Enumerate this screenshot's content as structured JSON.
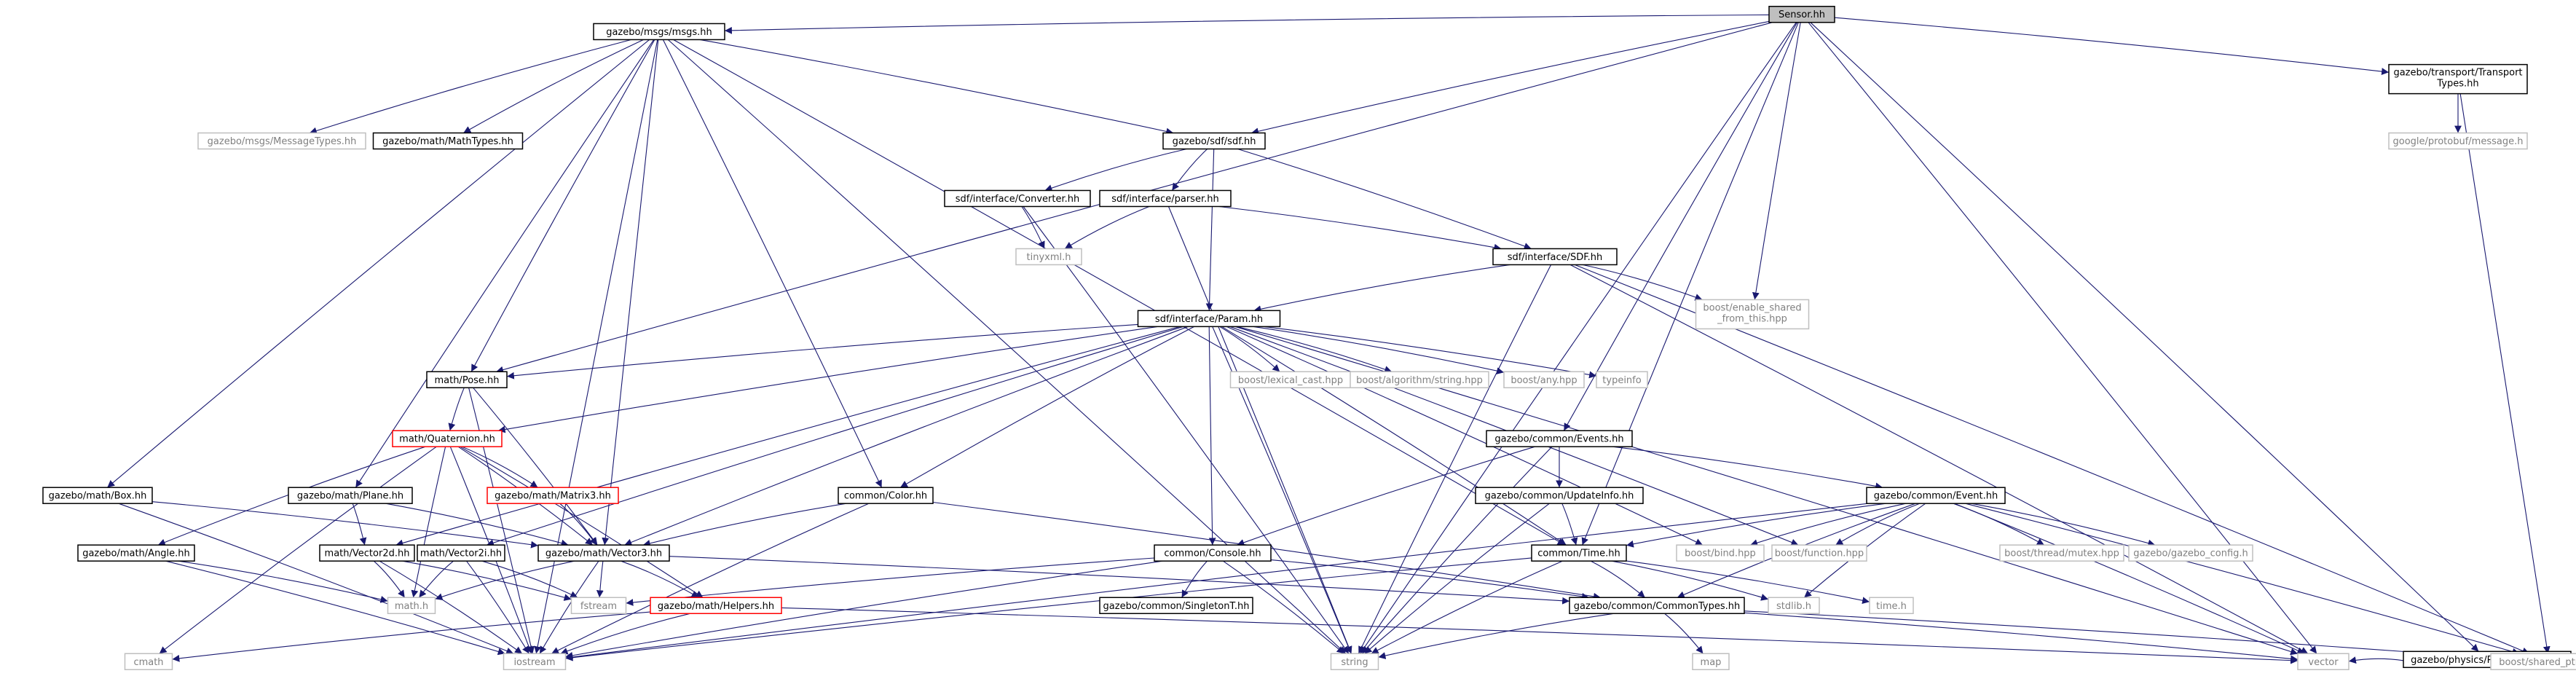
{
  "diagram": {
    "kind": "include-dependency-graph",
    "colors": {
      "edge": "#191970",
      "root_fill": "#bfbfbf",
      "node_border": "#000000",
      "system_border": "#bfbfbf",
      "system_text": "#808080",
      "red_border": "#ff0000"
    },
    "nodes": [
      {
        "id": "sensor",
        "label": "Sensor.hh",
        "style": "root"
      },
      {
        "id": "msgs",
        "label": "gazebo/msgs/msgs.hh",
        "style": "normal"
      },
      {
        "id": "transport",
        "label": "gazebo/transport/Transport\nTypes.hh",
        "style": "normal"
      },
      {
        "id": "msgtypes",
        "label": "gazebo/msgs/MessageTypes.hh",
        "style": "system"
      },
      {
        "id": "mathtypes",
        "label": "gazebo/math/MathTypes.hh",
        "style": "normal"
      },
      {
        "id": "sdf",
        "label": "gazebo/sdf/sdf.hh",
        "style": "normal"
      },
      {
        "id": "protobuf",
        "label": "google/protobuf/message.h",
        "style": "system"
      },
      {
        "id": "converter",
        "label": "sdf/interface/Converter.hh",
        "style": "normal"
      },
      {
        "id": "parser",
        "label": "sdf/interface/parser.hh",
        "style": "normal"
      },
      {
        "id": "tinyxml",
        "label": "tinyxml.h",
        "style": "system"
      },
      {
        "id": "sdfhh",
        "label": "sdf/interface/SDF.hh",
        "style": "normal"
      },
      {
        "id": "enableshared",
        "label": "boost/enable_shared\n_from_this.hpp",
        "style": "system"
      },
      {
        "id": "param",
        "label": "sdf/interface/Param.hh",
        "style": "normal"
      },
      {
        "id": "pose",
        "label": "math/Pose.hh",
        "style": "normal"
      },
      {
        "id": "lexical",
        "label": "boost/lexical_cast.hpp",
        "style": "system"
      },
      {
        "id": "algstring",
        "label": "boost/algorithm/string.hpp",
        "style": "system"
      },
      {
        "id": "any",
        "label": "boost/any.hpp",
        "style": "system"
      },
      {
        "id": "typeinfo",
        "label": "typeinfo",
        "style": "system"
      },
      {
        "id": "quaternion",
        "label": "math/Quaternion.hh",
        "style": "red"
      },
      {
        "id": "events",
        "label": "gazebo/common/Events.hh",
        "style": "normal"
      },
      {
        "id": "box",
        "label": "gazebo/math/Box.hh",
        "style": "normal"
      },
      {
        "id": "plane",
        "label": "gazebo/math/Plane.hh",
        "style": "normal"
      },
      {
        "id": "matrix3",
        "label": "gazebo/math/Matrix3.hh",
        "style": "red"
      },
      {
        "id": "color",
        "label": "common/Color.hh",
        "style": "normal"
      },
      {
        "id": "updateinfo",
        "label": "gazebo/common/UpdateInfo.hh",
        "style": "normal"
      },
      {
        "id": "event",
        "label": "gazebo/common/Event.hh",
        "style": "normal"
      },
      {
        "id": "angle",
        "label": "gazebo/math/Angle.hh",
        "style": "normal"
      },
      {
        "id": "vector2d",
        "label": "math/Vector2d.hh",
        "style": "normal"
      },
      {
        "id": "vector2i",
        "label": "math/Vector2i.hh",
        "style": "normal"
      },
      {
        "id": "vector3",
        "label": "gazebo/math/Vector3.hh",
        "style": "normal"
      },
      {
        "id": "console",
        "label": "common/Console.hh",
        "style": "normal"
      },
      {
        "id": "time",
        "label": "common/Time.hh",
        "style": "normal"
      },
      {
        "id": "bind",
        "label": "boost/bind.hpp",
        "style": "system"
      },
      {
        "id": "function",
        "label": "boost/function.hpp",
        "style": "system"
      },
      {
        "id": "mutex",
        "label": "boost/thread/mutex.hpp",
        "style": "system"
      },
      {
        "id": "config",
        "label": "gazebo/gazebo_config.h",
        "style": "system"
      },
      {
        "id": "mathh",
        "label": "math.h",
        "style": "system"
      },
      {
        "id": "fstream",
        "label": "fstream",
        "style": "system"
      },
      {
        "id": "helpers",
        "label": "gazebo/math/Helpers.hh",
        "style": "red"
      },
      {
        "id": "singleton",
        "label": "gazebo/common/SingletonT.hh",
        "style": "normal"
      },
      {
        "id": "commontypes",
        "label": "gazebo/common/CommonTypes.hh",
        "style": "normal"
      },
      {
        "id": "stdlib",
        "label": "stdlib.h",
        "style": "system"
      },
      {
        "id": "timeh",
        "label": "time.h",
        "style": "system"
      },
      {
        "id": "physicstypes",
        "label": "gazebo/physics/PhysicsTypes.hh",
        "style": "normal"
      },
      {
        "id": "cmath",
        "label": "cmath",
        "style": "system"
      },
      {
        "id": "iostream",
        "label": "iostream",
        "style": "system"
      },
      {
        "id": "string",
        "label": "string",
        "style": "system"
      },
      {
        "id": "map",
        "label": "map",
        "style": "system"
      },
      {
        "id": "vector",
        "label": "vector",
        "style": "system"
      },
      {
        "id": "sharedptr",
        "label": "boost/shared_ptr.hpp",
        "style": "system"
      }
    ],
    "edges": [
      [
        "sensor",
        "msgs"
      ],
      [
        "sensor",
        "transport"
      ],
      [
        "sensor",
        "sdf"
      ],
      [
        "sensor",
        "pose"
      ],
      [
        "sensor",
        "events"
      ],
      [
        "sensor",
        "time"
      ],
      [
        "sensor",
        "physicstypes"
      ],
      [
        "sensor",
        "enableshared"
      ],
      [
        "sensor",
        "string"
      ],
      [
        "sensor",
        "vector"
      ],
      [
        "msgs",
        "msgtypes"
      ],
      [
        "msgs",
        "mathtypes"
      ],
      [
        "msgs",
        "sdf"
      ],
      [
        "msgs",
        "pose"
      ],
      [
        "msgs",
        "box"
      ],
      [
        "msgs",
        "plane"
      ],
      [
        "msgs",
        "vector3"
      ],
      [
        "msgs",
        "color"
      ],
      [
        "msgs",
        "time"
      ],
      [
        "msgs",
        "string"
      ],
      [
        "msgs",
        "iostream"
      ],
      [
        "transport",
        "protobuf"
      ],
      [
        "transport",
        "sharedptr"
      ],
      [
        "sdf",
        "converter"
      ],
      [
        "sdf",
        "parser"
      ],
      [
        "sdf",
        "sdfhh"
      ],
      [
        "sdf",
        "param"
      ],
      [
        "converter",
        "tinyxml"
      ],
      [
        "converter",
        "string"
      ],
      [
        "parser",
        "tinyxml"
      ],
      [
        "parser",
        "sdfhh"
      ],
      [
        "parser",
        "string"
      ],
      [
        "sdfhh",
        "param"
      ],
      [
        "sdfhh",
        "enableshared"
      ],
      [
        "sdfhh",
        "sharedptr"
      ],
      [
        "sdfhh",
        "vector"
      ],
      [
        "sdfhh",
        "string"
      ],
      [
        "param",
        "pose"
      ],
      [
        "param",
        "lexical"
      ],
      [
        "param",
        "algstring"
      ],
      [
        "param",
        "any"
      ],
      [
        "param",
        "typeinfo"
      ],
      [
        "param",
        "quaternion"
      ],
      [
        "param",
        "vector3"
      ],
      [
        "param",
        "vector2d"
      ],
      [
        "param",
        "vector2i"
      ],
      [
        "param",
        "color"
      ],
      [
        "param",
        "time"
      ],
      [
        "param",
        "console"
      ],
      [
        "param",
        "bind"
      ],
      [
        "param",
        "function"
      ],
      [
        "param",
        "string"
      ],
      [
        "param",
        "vector"
      ],
      [
        "pose",
        "quaternion"
      ],
      [
        "pose",
        "vector3"
      ],
      [
        "pose",
        "iostream"
      ],
      [
        "quaternion",
        "matrix3"
      ],
      [
        "quaternion",
        "angle"
      ],
      [
        "quaternion",
        "vector3"
      ],
      [
        "quaternion",
        "helpers"
      ],
      [
        "quaternion",
        "mathh"
      ],
      [
        "quaternion",
        "iostream"
      ],
      [
        "quaternion",
        "cmath"
      ],
      [
        "box",
        "vector3"
      ],
      [
        "box",
        "iostream"
      ],
      [
        "plane",
        "vector3"
      ],
      [
        "plane",
        "vector2d"
      ],
      [
        "matrix3",
        "vector3"
      ],
      [
        "color",
        "vector3"
      ],
      [
        "color",
        "commontypes"
      ],
      [
        "color",
        "iostream"
      ],
      [
        "events",
        "event"
      ],
      [
        "events",
        "updateinfo"
      ],
      [
        "events",
        "console"
      ],
      [
        "events",
        "string"
      ],
      [
        "updateinfo",
        "time"
      ],
      [
        "updateinfo",
        "string"
      ],
      [
        "event",
        "time"
      ],
      [
        "event",
        "bind"
      ],
      [
        "event",
        "function"
      ],
      [
        "event",
        "mutex"
      ],
      [
        "event",
        "config"
      ],
      [
        "event",
        "commontypes"
      ],
      [
        "event",
        "sharedptr"
      ],
      [
        "event",
        "vector"
      ],
      [
        "event",
        "iostream"
      ],
      [
        "event",
        "stdlib"
      ],
      [
        "angle",
        "mathh"
      ],
      [
        "angle",
        "iostream"
      ],
      [
        "vector2d",
        "mathh"
      ],
      [
        "vector2d",
        "fstream"
      ],
      [
        "vector2d",
        "iostream"
      ],
      [
        "vector2i",
        "mathh"
      ],
      [
        "vector2i",
        "fstream"
      ],
      [
        "vector2i",
        "iostream"
      ],
      [
        "vector3",
        "mathh"
      ],
      [
        "vector3",
        "fstream"
      ],
      [
        "vector3",
        "helpers"
      ],
      [
        "vector3",
        "iostream"
      ],
      [
        "vector3",
        "commontypes"
      ],
      [
        "console",
        "singleton"
      ],
      [
        "console",
        "commontypes"
      ],
      [
        "console",
        "fstream"
      ],
      [
        "console",
        "iostream"
      ],
      [
        "console",
        "string"
      ],
      [
        "time",
        "commontypes"
      ],
      [
        "time",
        "stdlib"
      ],
      [
        "time",
        "timeh"
      ],
      [
        "time",
        "iostream"
      ],
      [
        "time",
        "string"
      ],
      [
        "helpers",
        "cmath"
      ],
      [
        "helpers",
        "iostream"
      ],
      [
        "helpers",
        "vector"
      ],
      [
        "commontypes",
        "map"
      ],
      [
        "commontypes",
        "string"
      ],
      [
        "commontypes",
        "vector"
      ],
      [
        "commontypes",
        "sharedptr"
      ],
      [
        "physicstypes",
        "vector"
      ],
      [
        "physicstypes",
        "sharedptr"
      ]
    ]
  }
}
